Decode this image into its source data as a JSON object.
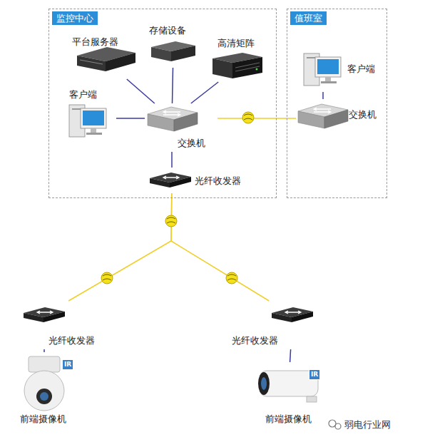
{
  "diagram": {
    "nodes": [
      {
        "text": [
          "监控中心"
        ]
      },
      {
        "text": [
          "平台服务器"
        ],
        "in": 0
      },
      {
        "text": [
          "存储设备"
        ],
        "in": 0
      },
      {
        "text": [
          "高清矩阵"
        ],
        "in": 0
      },
      {
        "text": [
          "客户端"
        ],
        "in": 0
      },
      {
        "text": [
          "交换机"
        ],
        "in": 0
      },
      {
        "text": [
          "光纤收发器"
        ],
        "in": 0
      },
      {
        "text": [
          "值班室"
        ]
      },
      {
        "text": [
          "客户端"
        ],
        "in": 7
      },
      {
        "text": [
          "交换机"
        ],
        "in": 7
      },
      {
        "text": [
          "光纤收发器"
        ]
      },
      {
        "text": [
          "光纤收发器"
        ]
      },
      {
        "text": [
          "前端摄像机"
        ]
      },
      {
        "text": [
          "前端摄像机"
        ]
      }
    ],
    "edges": [
      {
        "from": 1,
        "to": 5,
        "arrow": "none"
      },
      {
        "from": 2,
        "to": 5,
        "arrow": "none"
      },
      {
        "from": 3,
        "to": 5,
        "arrow": "none"
      },
      {
        "from": 4,
        "to": 5,
        "arrow": "none"
      },
      {
        "from": 5,
        "to": 9,
        "arrow": "none"
      },
      {
        "from": 8,
        "to": 9,
        "arrow": "none"
      },
      {
        "from": 5,
        "to": 6,
        "arrow": "none"
      },
      {
        "from": 6,
        "to": 10,
        "arrow": "none"
      },
      {
        "from": 6,
        "to": 11,
        "arrow": "none"
      },
      {
        "from": 10,
        "to": 12,
        "arrow": "none"
      },
      {
        "from": 11,
        "to": 13,
        "arrow": "none"
      }
    ],
    "labels": [
      "IR",
      "IR",
      "弱电行业网"
    ]
  }
}
